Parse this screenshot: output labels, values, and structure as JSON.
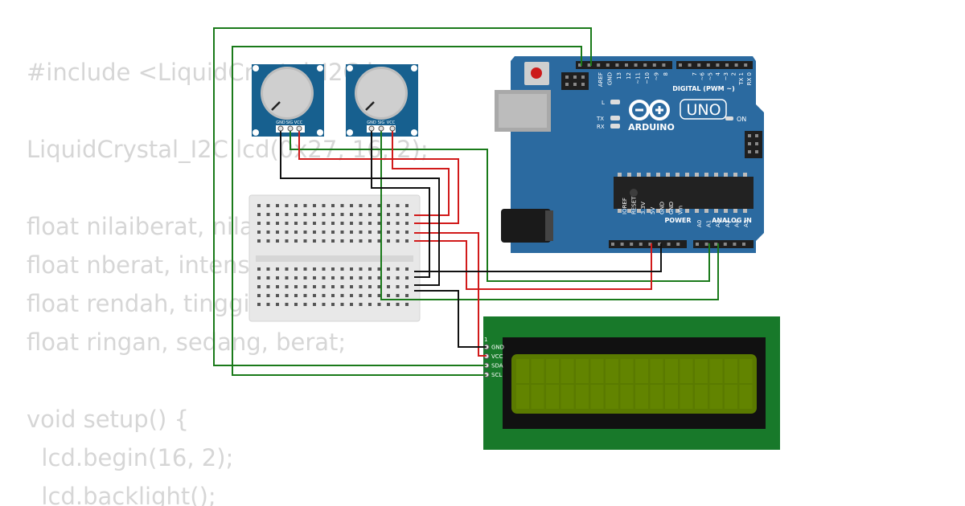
{
  "code_lines": [
    "#include <LiquidCrystal_I2C.h>",
    "",
    "LiquidCrystal_I2C lcd(0x27, 16, 2);",
    "",
    "float nilaiberat, nilai;",
    "float nberat, intensitas;",
    "float rendah, tinggi;",
    "float ringan, sedang, berat;",
    "",
    "void setup() {",
    "  lcd.begin(16, 2);",
    "  lcd.backlight();"
  ],
  "pot_labels": [
    "GND",
    "SIG",
    "VCC"
  ],
  "arduino": {
    "brand": "ARDUINO",
    "model": "UNO",
    "on_label": "ON",
    "digital_label": "DIGITAL (PWM ~)",
    "power_label": "POWER",
    "analog_label": "ANALOG IN",
    "led_l": "L",
    "led_tx": "TX",
    "led_rx": "RX",
    "digital_pins": [
      "AREF",
      "GND",
      "13",
      "12",
      "~11",
      "~10",
      "~9",
      "8",
      "7",
      "~6",
      "~5",
      "4",
      "~3",
      "2",
      "TX 1",
      "RX 0"
    ],
    "power_pins": [
      "IOREF",
      "RESET",
      "3.3V",
      "5V",
      "GND",
      "GND",
      "Vin"
    ],
    "analog_pins": [
      "A0",
      "A1",
      "A2",
      "A3",
      "A4",
      "A5"
    ]
  },
  "lcd": {
    "pin_number": "1",
    "pins": [
      "GND",
      "VCC",
      "SDA",
      "SCL"
    ]
  },
  "colors": {
    "board": "#2b6aa0",
    "pot_board": "#17608f",
    "lcd_pcb": "#18792a",
    "lcd_screen": "#5a7a00",
    "wire_green": "#1a7a1a",
    "wire_red": "#d11a1a",
    "wire_black": "#111111"
  }
}
